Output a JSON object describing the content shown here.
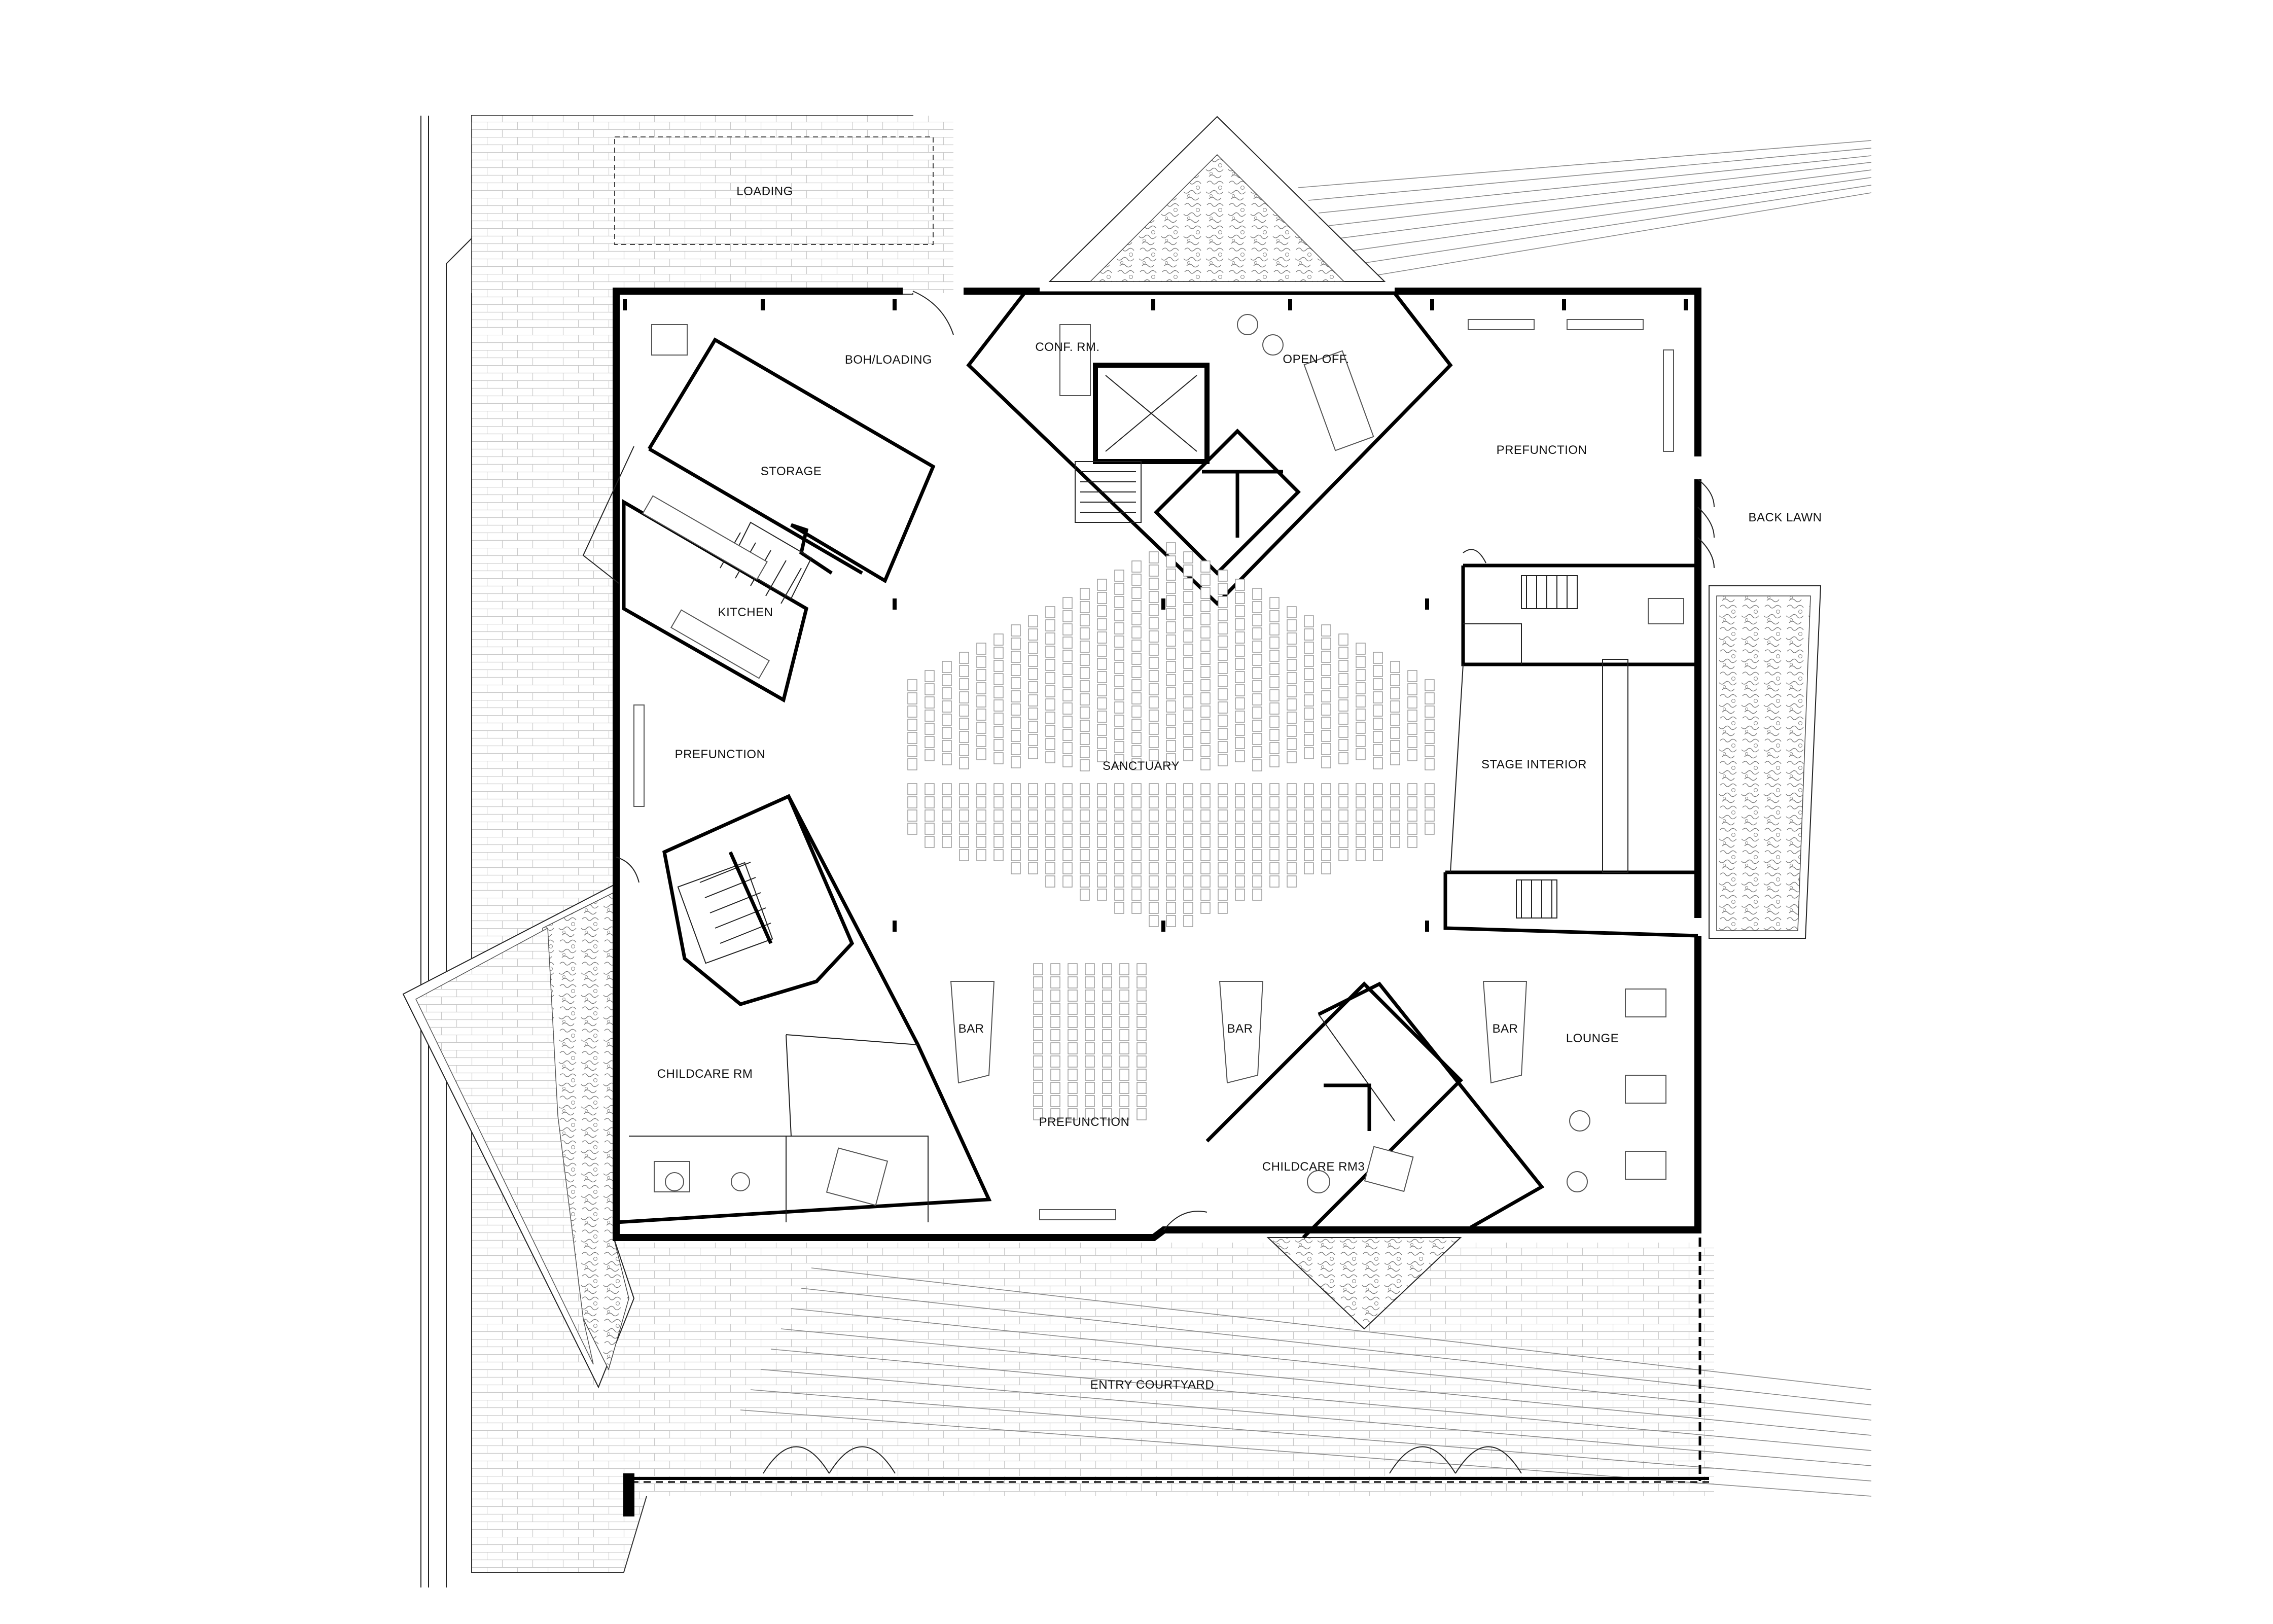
{
  "diagram": {
    "type": "architectural floor plan",
    "labels": {
      "loading": "LOADING",
      "boh_loading": "BOH/LOADING",
      "storage": "STORAGE",
      "kitchen": "KITCHEN",
      "conf_rm": "CONF. RM.",
      "open_off": "OPEN OFF.",
      "prefunction_ne": "PREFUNCTION",
      "back_lawn": "BACK LAWN",
      "prefunction_w": "PREFUNCTION",
      "sanctuary": "SANCTUARY",
      "stage_interior": "STAGE INTERIOR",
      "bar_1": "BAR",
      "bar_2": "BAR",
      "bar_3": "BAR",
      "lounge": "LOUNGE",
      "childcare_rm": "CHILDCARE RM",
      "prefunction_s": "PREFUNCTION",
      "childcare_rm3": "CHILDCARE RM3",
      "entry_courtyard": "ENTRY COURTYARD"
    }
  }
}
